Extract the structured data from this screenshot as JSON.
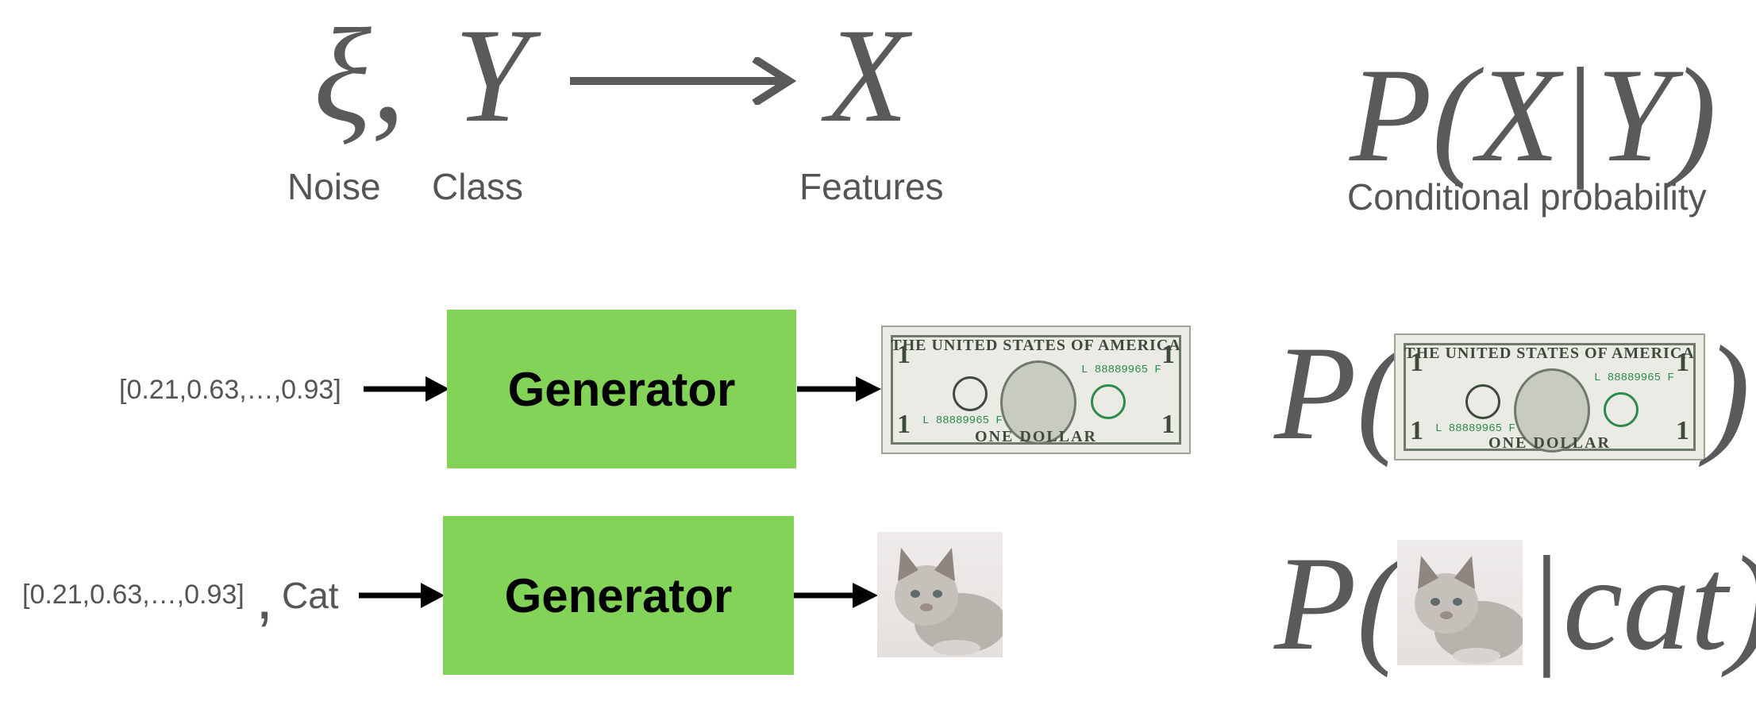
{
  "top": {
    "noise_symbol": "ξ,",
    "class_symbol": "Y",
    "features_symbol": "X",
    "noise_label": "Noise",
    "class_label": "Class",
    "features_label": "Features",
    "conditional_expr": "P(X|Y)",
    "conditional_label": "Conditional probability"
  },
  "row1": {
    "input_vector": "[0.21,0.63,…,0.93]",
    "generator_label": "Generator",
    "output_image": "dollar-bill",
    "prob_prefix": "P(",
    "prob_suffix": ")"
  },
  "row2": {
    "input_vector": "[0.21,0.63,…,0.93]",
    "input_comma": ",",
    "input_class": "Cat",
    "generator_label": "Generator",
    "output_image": "cat-photo",
    "prob_prefix": "P(",
    "prob_suffix": "|cat)"
  },
  "bill": {
    "top_text": "THE UNITED STATES OF AMERICA",
    "bottom_text": "ONE DOLLAR",
    "serial": "L 88889965 F",
    "corner": "1"
  },
  "colors": {
    "generator_fill": "#82d357",
    "math_gray": "#5a5a5a",
    "text_gray": "#555555"
  }
}
